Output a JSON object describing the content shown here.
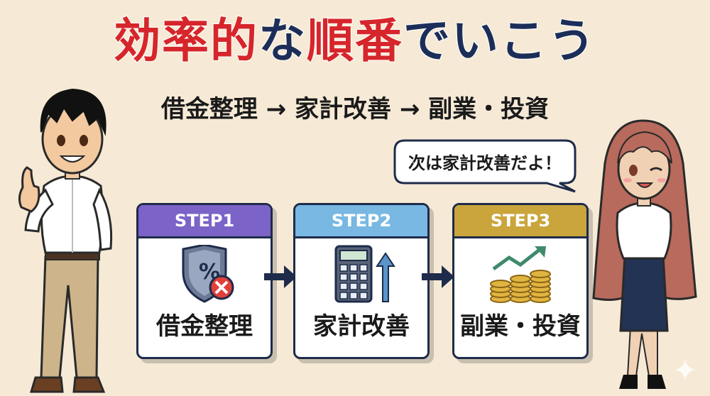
{
  "title": {
    "part1": "効率的",
    "part2": "な",
    "part3": "順番",
    "part4": "でいこう"
  },
  "subtitle": "借金整理 → 家計改善 → 副業・投資",
  "speech_bubble": "次は家計改善だよ！",
  "steps": [
    {
      "header": "STEP1",
      "label": "借金整理",
      "icon": "shield-debt-icon",
      "color": "#7b63c7"
    },
    {
      "header": "STEP2",
      "label": "家計改善",
      "icon": "calculator-icon",
      "color": "#78b8e2"
    },
    {
      "header": "STEP3",
      "label": "副業・投資",
      "icon": "coins-growth-icon",
      "color": "#c9a53b"
    }
  ],
  "colors": {
    "background": "#f6ead6",
    "title_red": "#d6262b",
    "title_navy": "#1c2e58",
    "arrow": "#1e2b4a"
  }
}
